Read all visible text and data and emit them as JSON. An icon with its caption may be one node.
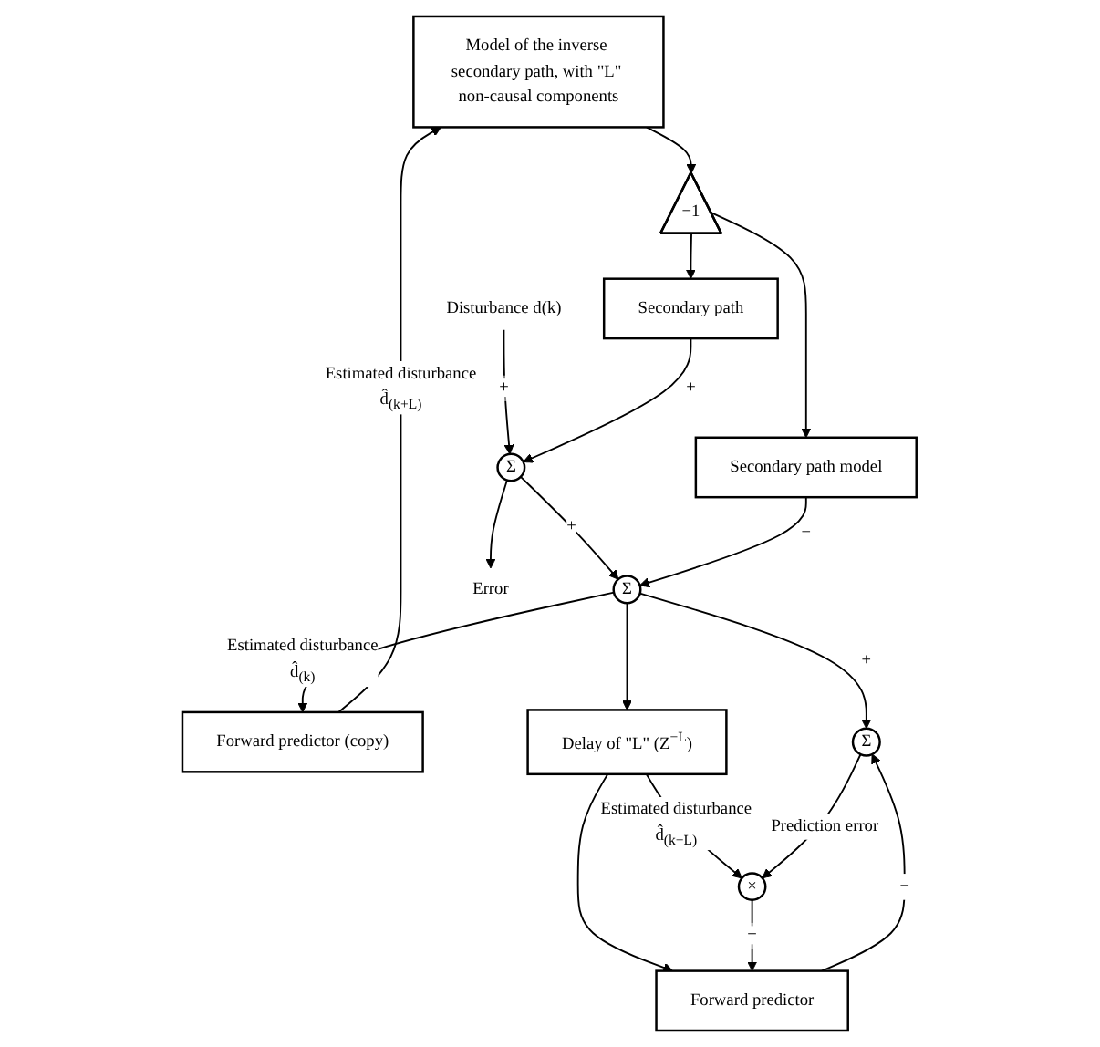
{
  "diagram": {
    "nodes": [
      {
        "text": [
          "Model of the inverse secondary path, with \"L\" non-causal components"
        ]
      },
      {
        "text": [
          "−1"
        ]
      },
      {
        "text": [
          "Secondary path"
        ]
      },
      {
        "text": [
          "Σ"
        ]
      },
      {
        "text": [
          "Secondary path model"
        ]
      },
      {
        "text": [
          "Σ"
        ]
      },
      {
        "text": [
          "Forward predictor (copy)"
        ]
      },
      {
        "text": [
          "Delay of \"L\" (Z$^{−L}$)"
        ]
      },
      {
        "text": [
          "Forward predictor"
        ]
      },
      {
        "text": [
          "Σ"
        ]
      },
      {
        "text": [
          "×"
        ]
      },
      {
        "text": [
          "Disturbance d(k)"
        ]
      },
      {
        "text": [
          "Error"
        ]
      }
    ],
    "edges": [
      {
        "from": 0,
        "to": 1,
        "arrow": "to"
      },
      {
        "from": 1,
        "to": 2,
        "arrow": "to"
      },
      {
        "from": 1,
        "to": 4,
        "arrow": "to"
      },
      {
        "from": 11,
        "to": 3,
        "arrow": "to",
        "label": "+"
      },
      {
        "from": 2,
        "to": 3,
        "arrow": "to",
        "label": "+"
      },
      {
        "from": 3,
        "to": 12,
        "arrow": "to"
      },
      {
        "from": 3,
        "to": 5,
        "arrow": "to",
        "label": "+"
      },
      {
        "from": 4,
        "to": 5,
        "arrow": "to",
        "label": "−"
      },
      {
        "from": 5,
        "to": 6,
        "arrow": "to",
        "label": "Estimated disturbance d̂$_{(k)}$"
      },
      {
        "from": 5,
        "to": 9,
        "arrow": "to",
        "label": "+"
      },
      {
        "from": 5,
        "to": 7,
        "arrow": "to"
      },
      {
        "from": 6,
        "to": 0,
        "arrow": "to",
        "label": "Estimated disturbance d̂$_{(k+L)}$"
      },
      {
        "from": 7,
        "to": 8,
        "arrow": "to"
      },
      {
        "from": 7,
        "to": 10,
        "arrow": "to",
        "label": "Estimated disturbance d̂$_{(k−L)}$"
      },
      {
        "from": 8,
        "to": 9,
        "arrow": "to",
        "label": "−"
      },
      {
        "from": 9,
        "to": 10,
        "arrow": "to",
        "label": "Prediction error"
      },
      {
        "from": 10,
        "to": 8,
        "arrow": "to",
        "label": "+"
      }
    ]
  }
}
